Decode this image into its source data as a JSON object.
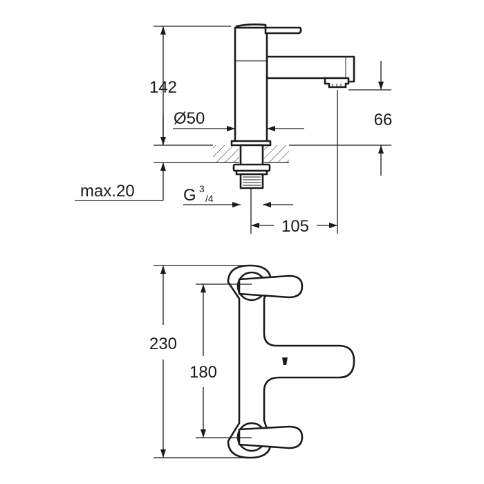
{
  "dimensions": {
    "height_total": "142",
    "diameter": "Ø50",
    "above_deck": "66",
    "max_thickness": "max.20",
    "thread_main": "G",
    "thread_sup": "3",
    "thread_sub": "/4",
    "projection": "105",
    "width_total": "230",
    "centers": "180"
  }
}
